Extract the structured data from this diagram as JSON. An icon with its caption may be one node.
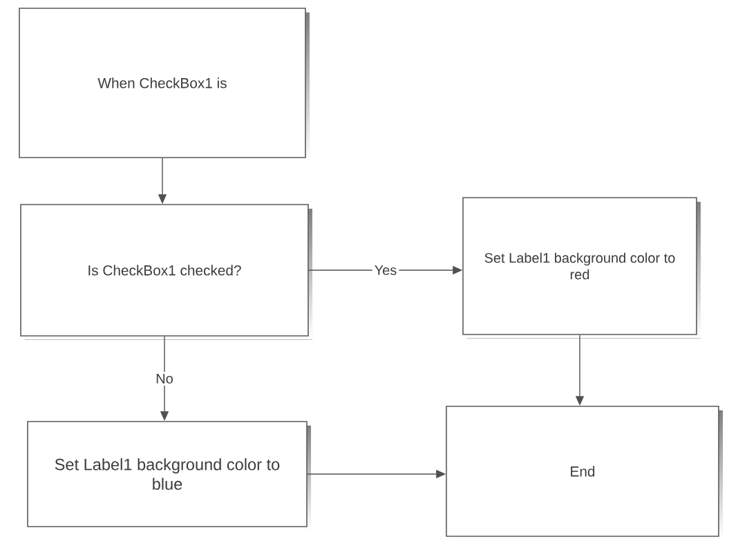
{
  "diagram": {
    "nodes": [
      {
        "text": [
          "When CheckBox1 is"
        ]
      },
      {
        "text": [
          "Is CheckBox1 checked?"
        ]
      },
      {
        "text": [
          "Set Label1 background color to red"
        ]
      },
      {
        "text": [
          "Set Label1 background color to blue"
        ]
      },
      {
        "text": [
          "End"
        ]
      }
    ],
    "edges": [
      {
        "from": 0,
        "to": 1,
        "arrow": "to"
      },
      {
        "from": 1,
        "to": 2,
        "arrow": "to",
        "label": "Yes"
      },
      {
        "from": 1,
        "to": 3,
        "arrow": "to",
        "label": "No"
      },
      {
        "from": 2,
        "to": 4,
        "arrow": "to"
      },
      {
        "from": 3,
        "to": 4,
        "arrow": "to"
      }
    ]
  }
}
